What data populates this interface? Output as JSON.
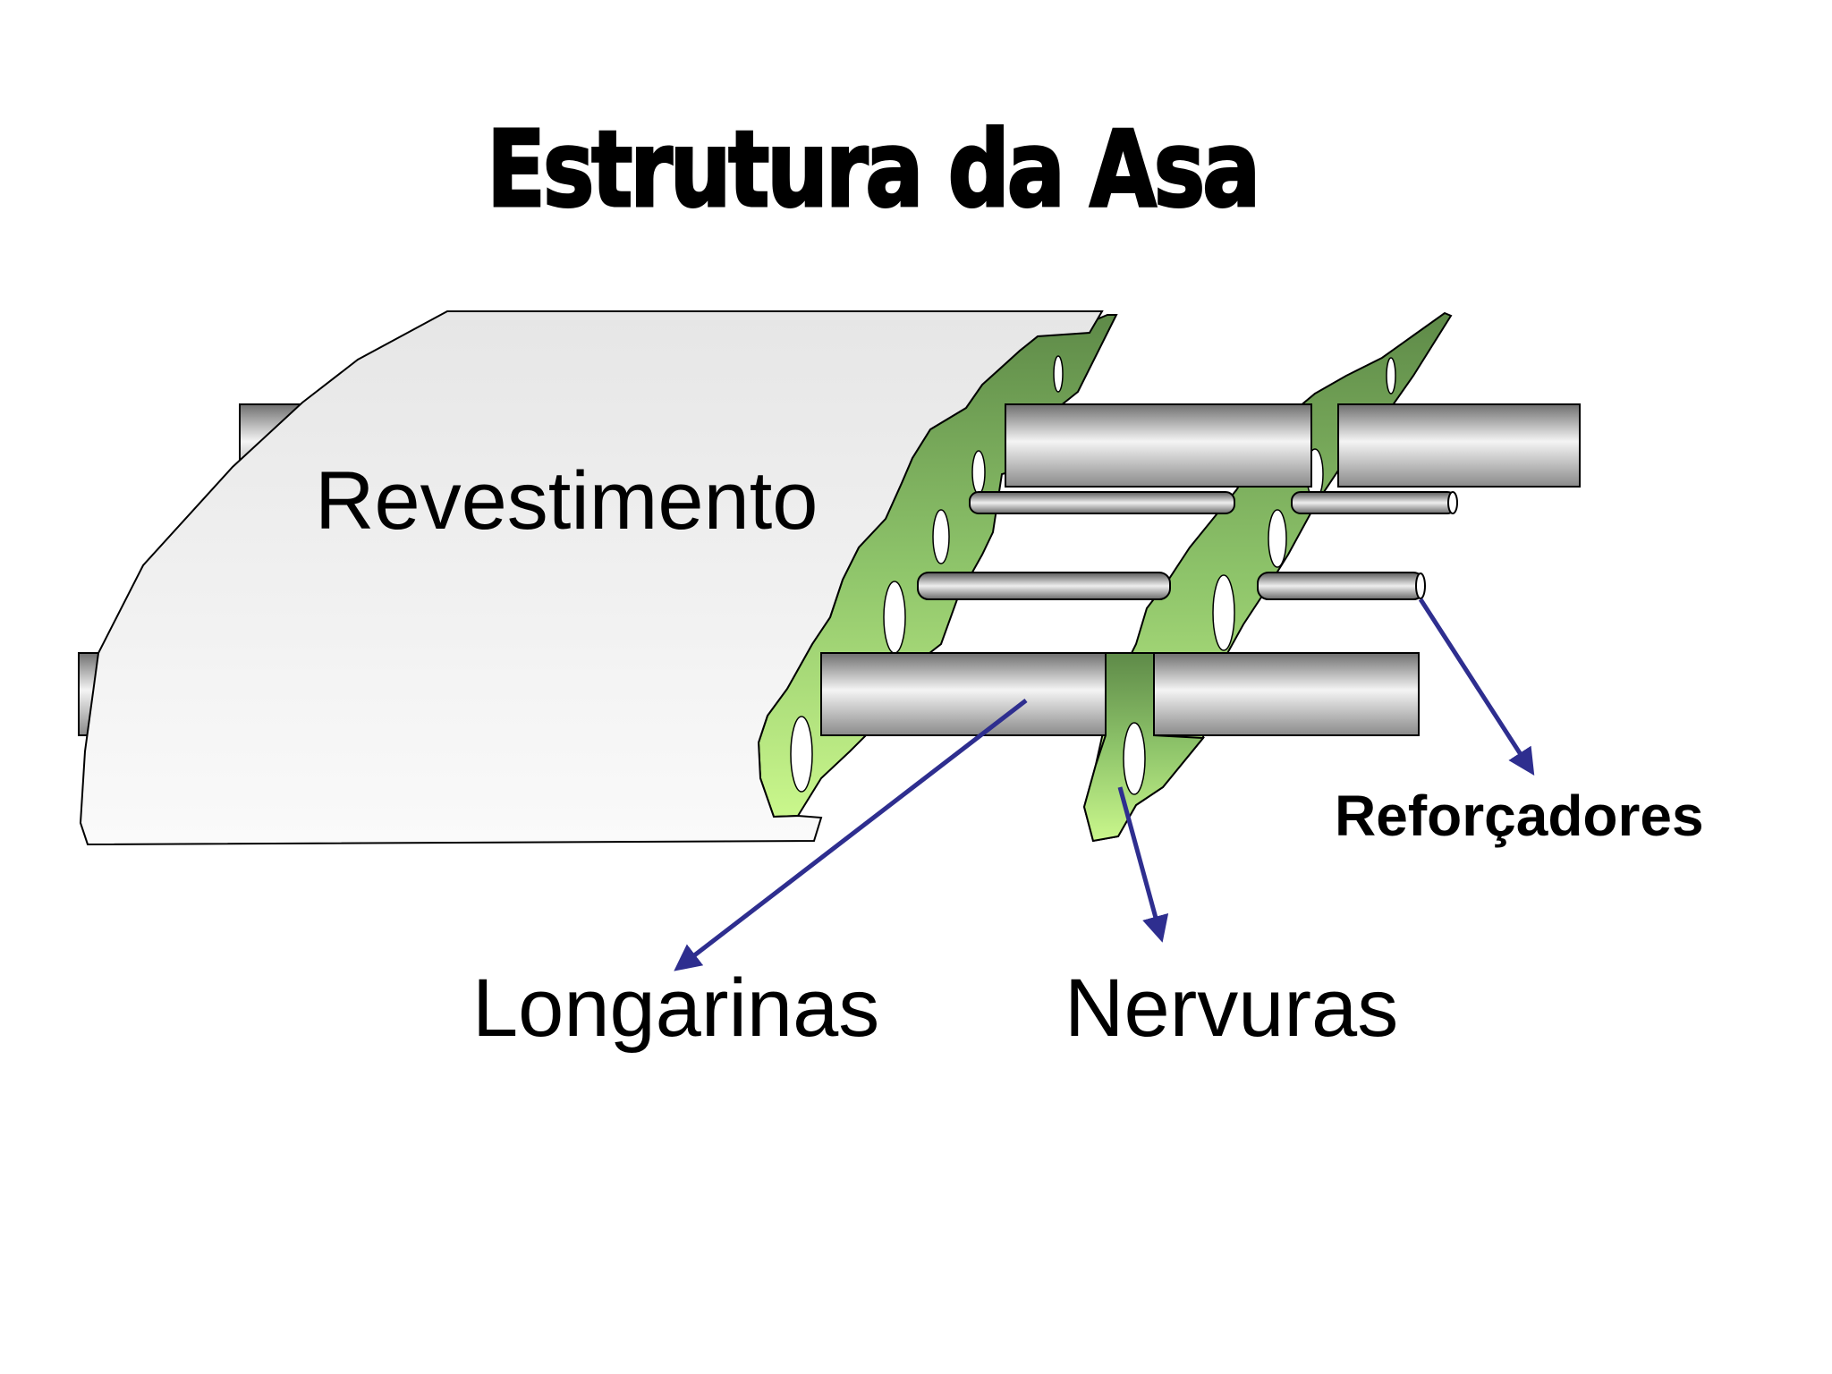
{
  "title": "Estrutura da Asa",
  "labels": {
    "revestimento": "Revestimento",
    "longarinas": "Longarinas",
    "nervuras": "Nervuras",
    "reforcadores": "Reforçadores"
  },
  "colors": {
    "arrow": "#2e2e8f",
    "rib_dark": "#5e8a48",
    "rib_light": "#c9f58a",
    "skin": "#eeeeee",
    "spar": "#9a9a9a"
  }
}
